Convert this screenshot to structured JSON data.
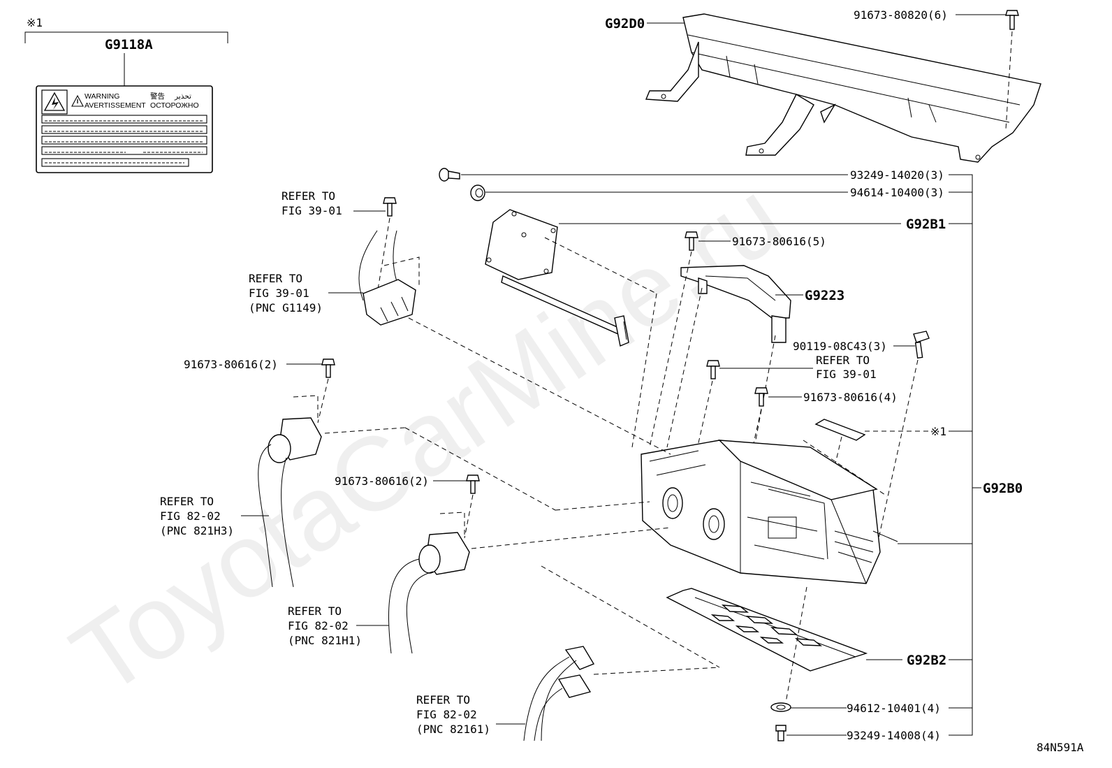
{
  "watermark": "ToyotaCarMine.ru",
  "diagram_code": "84N591A",
  "note_mark": "※1",
  "label_sticker": {
    "note": "※1",
    "part_code": "G9118A",
    "warning_en": "WARNING",
    "warning_fr": "AVERTISSEMENT",
    "warning_jp": "警告",
    "warning_ar": "تحذير",
    "warning_ru": "ОСТОРОЖНО"
  },
  "callouts": {
    "g92d0": "G92D0",
    "bolt_top": "91673-80820(6)",
    "screw_14020": "93249-14020(3)",
    "washer_10400": "94614-10400(3)",
    "g92b1": "G92B1",
    "bolt_80616_5": "91673-80616(5)",
    "g9223": "G9223",
    "bolt_08c43": "90119-08C43(3)",
    "bolt_80616_4": "91673-80616(4)",
    "note1": "※1",
    "g92b0": "G92B0",
    "g92b2": "G92B2",
    "washer_10401": "94612-10401(4)",
    "screw_14008": "93249-14008(4)",
    "bolt_80616_2a": "91673-80616(2)",
    "bolt_80616_2b": "91673-80616(2)"
  },
  "refs": {
    "fig39_a": [
      "REFER TO",
      "FIG 39-01"
    ],
    "fig39_b": [
      "REFER TO",
      "FIG 39-01",
      "(PNC G1149)"
    ],
    "fig39_c": [
      "REFER TO",
      "FIG 39-01"
    ],
    "fig82_a": [
      "REFER TO",
      "FIG 82-02",
      "(PNC 821H3)"
    ],
    "fig82_b": [
      "REFER TO",
      "FIG 82-02",
      "(PNC 821H1)"
    ],
    "fig82_c": [
      "REFER TO",
      "FIG 82-02",
      "(PNC 82161)"
    ]
  }
}
